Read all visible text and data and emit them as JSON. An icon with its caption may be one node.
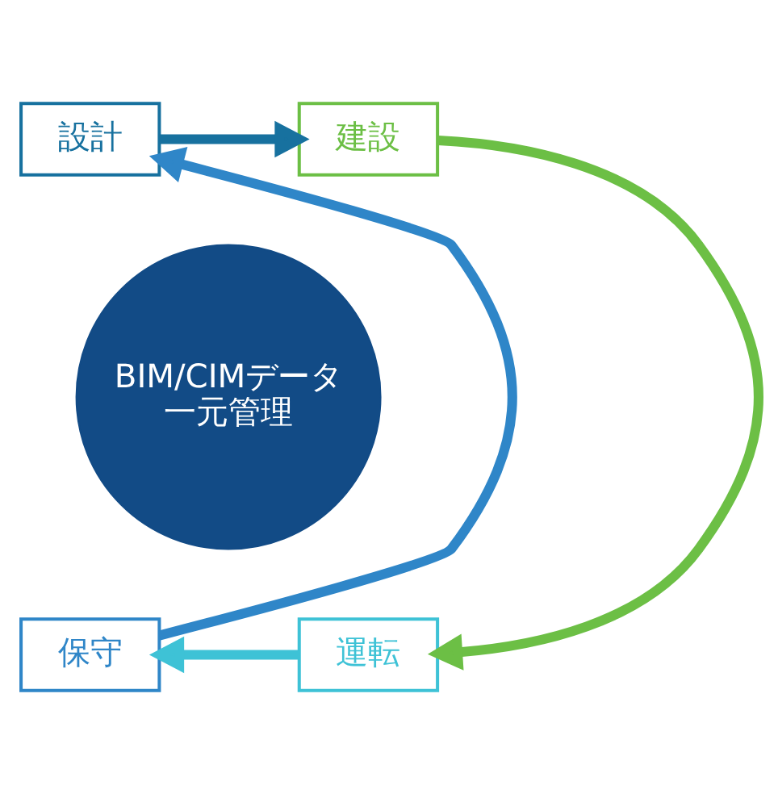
{
  "diagram": {
    "nodes": [
      {
        "text": [
          "設計"
        ]
      },
      {
        "text": [
          "建設"
        ]
      },
      {
        "text": [
          "BIM/CIMデータ",
          "一元管理"
        ]
      },
      {
        "text": [
          "保守"
        ]
      },
      {
        "text": [
          "運転"
        ]
      }
    ],
    "edges": [
      {
        "from": 0,
        "to": 1,
        "arrow": "to",
        "color": "#17719f"
      },
      {
        "from": 1,
        "to": 4,
        "arrow": "to",
        "color": "#6cbf45"
      },
      {
        "from": 4,
        "to": 3,
        "arrow": "to",
        "color": "#3ec2d6"
      },
      {
        "from": 3,
        "to": 0,
        "arrow": "to",
        "color": "#2f86c8"
      }
    ]
  }
}
